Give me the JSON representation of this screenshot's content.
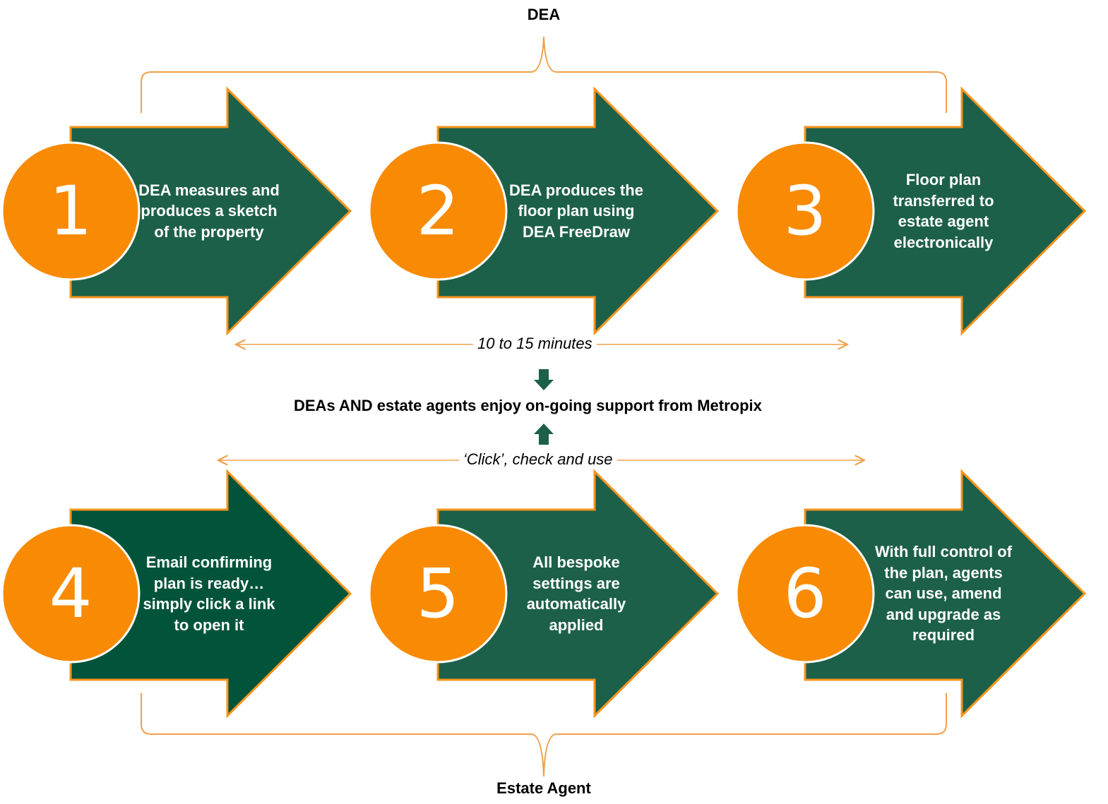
{
  "groups": {
    "top_label": "DEA",
    "bottom_label": "Estate Agent"
  },
  "timings": {
    "top_note": "10 to 15 minutes",
    "bottom_note": "‘Click’, check and use"
  },
  "support_text": "DEAs AND estate agents enjoy on-going support from Metropix",
  "colors": {
    "arrow_fill": "#1d6049",
    "arrow_fill_dark": "#01543a",
    "arrow_stroke": "#f7941d",
    "circle_fill": "#f98a03",
    "bracket": "#f0a04b",
    "support_arrow": "#1d6049"
  },
  "steps": [
    {
      "number": "1",
      "text": "DEA measures and produces a sketch of the property"
    },
    {
      "number": "2",
      "text": "DEA produces the floor plan using DEA FreeDraw"
    },
    {
      "number": "3",
      "text": "Floor plan transferred to estate agent electronically"
    },
    {
      "number": "4",
      "text": "Email confirming plan is ready…simply click a link to open it"
    },
    {
      "number": "5",
      "text": "All bespoke settings are automatically applied"
    },
    {
      "number": "6",
      "text": "With full control of the plan, agents can use, amend and upgrade as required"
    }
  ]
}
